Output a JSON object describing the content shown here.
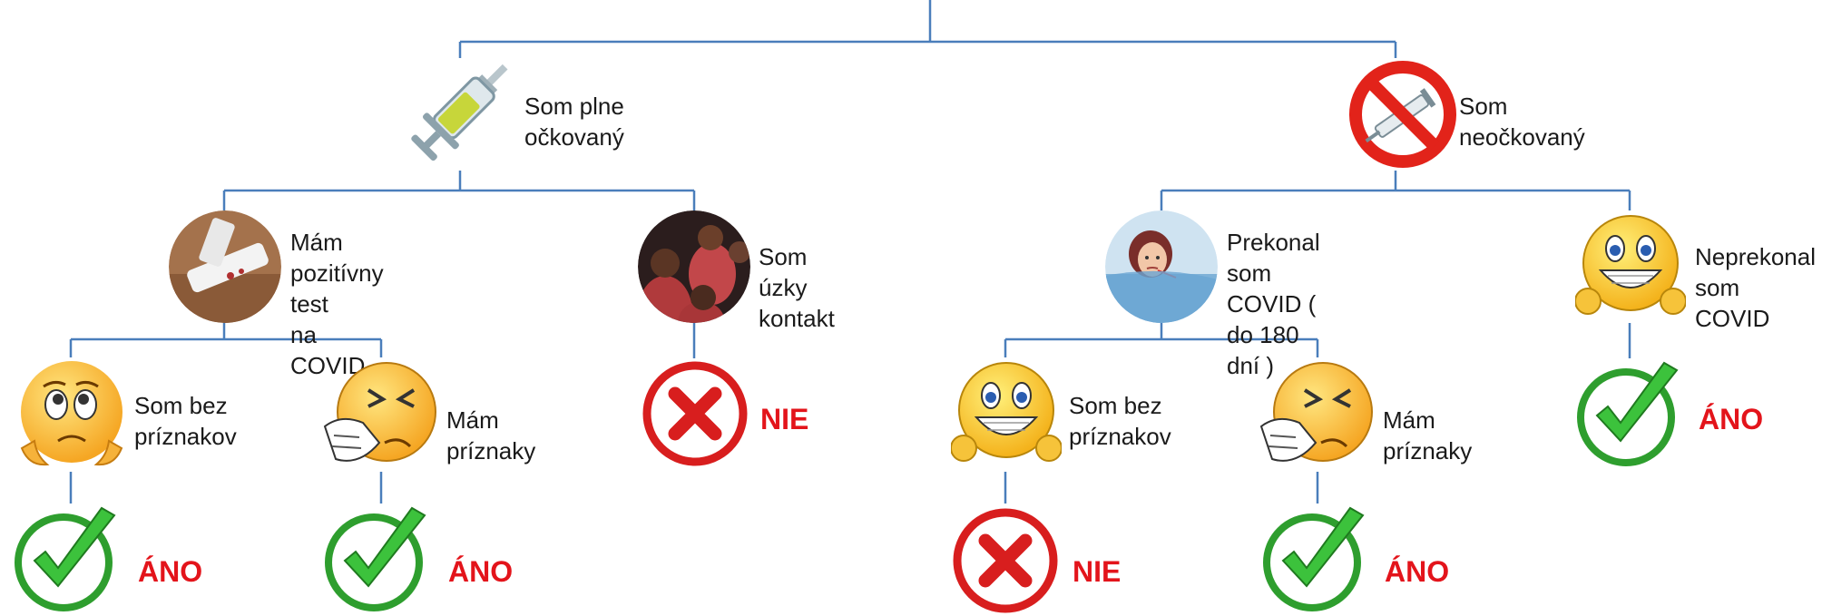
{
  "diagram": {
    "colors": {
      "connector": "#4a7ebb",
      "answer": "#e3141b",
      "check": "#2e9e2e",
      "cross": "#d81e1e"
    },
    "branches": {
      "vaccinated": {
        "label": "Som plne\nočkovaný",
        "icon": "syringe-icon",
        "positive_test": {
          "label": "Mám\npozitívny test\nna COVID",
          "icon": "rapid-test-photo",
          "no_symptoms": {
            "label": "Som bez\npríznakov",
            "icon": "worried-emoji-icon",
            "answer": "ÁNO",
            "result_icon": "green-check-icon"
          },
          "symptoms": {
            "label": "Mám príznaky",
            "icon": "sneezing-emoji-icon",
            "answer": "ÁNO",
            "result_icon": "green-check-icon"
          }
        },
        "close_contact": {
          "label": "Som úzky\nkontakt",
          "icon": "crowd-photo",
          "answer": "NIE",
          "result_icon": "red-cross-icon"
        }
      },
      "unvaccinated": {
        "label": "Som\nneočkovaný",
        "icon": "no-syringe-icon",
        "recovered": {
          "label": "Prekonal som\nCOVID ( do 180  dní )",
          "icon": "sick-person-photo",
          "no_symptoms": {
            "label": "Som bez\npríznakov",
            "icon": "grinning-emoji-icon",
            "answer": "NIE",
            "result_icon": "red-cross-icon"
          },
          "symptoms": {
            "label": "Mám príznaky",
            "icon": "sneezing-emoji-icon",
            "answer": "ÁNO",
            "result_icon": "green-check-icon"
          }
        },
        "not_recovered": {
          "label": "Neprekonal\nsom COVID",
          "icon": "grinning-emoji-icon",
          "answer": "ÁNO",
          "result_icon": "green-check-icon"
        }
      }
    }
  }
}
